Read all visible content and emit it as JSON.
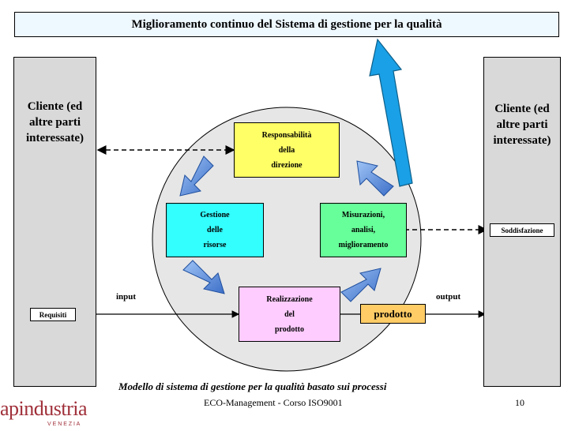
{
  "title": "Miglioramento continuo del Sistema di gestione per la qualità",
  "left_client": {
    "lines": [
      "Cliente (ed",
      "altre parti",
      "interessate)"
    ]
  },
  "right_client": {
    "lines": [
      "Cliente (ed",
      "altre parti",
      "interessate)"
    ]
  },
  "boxes": {
    "responsabilita": {
      "lines": [
        "Responsabilità",
        "della",
        "direzione"
      ]
    },
    "gestione": {
      "lines": [
        "Gestione",
        "delle",
        "risorse"
      ]
    },
    "misurazioni": {
      "lines": [
        "Misurazioni,",
        "analisi,",
        "miglioramento"
      ]
    },
    "realizzazione": {
      "lines": [
        "Realizzazione",
        "del",
        "prodotto"
      ]
    }
  },
  "requisiti": "Requisiti",
  "soddisfazione": "Soddisfazione",
  "prodotto": "prodotto",
  "input_label": "input",
  "output_label": "output",
  "caption": "Modello di sistema di gestione per la qualità basato sui processi",
  "footer": {
    "course": "ECO-Management - Corso ISO9001",
    "page": "10",
    "logo_text": "apindustria",
    "logo_sub": "V E N E Z I A"
  },
  "colors": {
    "banner_bg": "#eef8ff",
    "side_bg": "#d9d9d9",
    "circle_bg": "#e6e6e6",
    "responsabilita_bg": "#ffff66",
    "gestione_bg": "#33ffff",
    "misurazioni_bg": "#66ff99",
    "realizzazione_bg": "#ffccff",
    "prodotto_bg": "#ffcc66",
    "flow_arrow": "#4a7fd0",
    "big_arrow": "#1aa0e6"
  }
}
